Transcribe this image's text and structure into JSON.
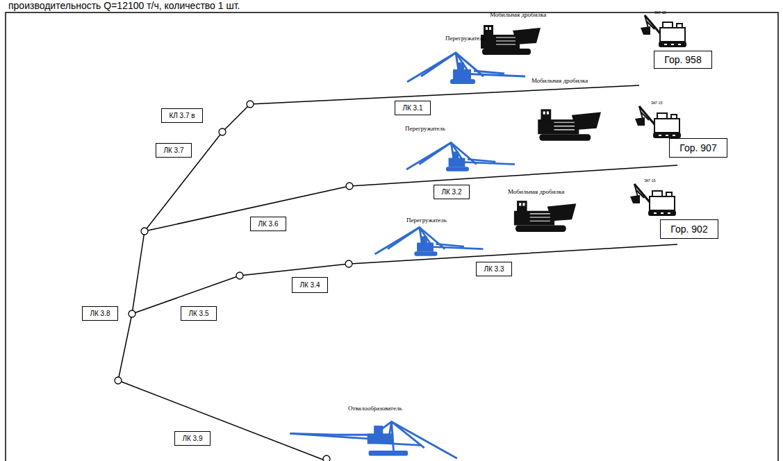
{
  "diagram": {
    "nodes": [
      {
        "text": [
          "Гор. 958"
        ]
      },
      {
        "text": [
          "КЛ 3.7 в"
        ]
      },
      {
        "text": [
          "ЛК 3.1"
        ]
      },
      {
        "text": [
          "ЛК 3.7"
        ]
      },
      {
        "text": [
          "Гор. 907"
        ]
      },
      {
        "text": [
          "ЛК 3.2"
        ]
      },
      {
        "text": [
          "ЛК 3.6"
        ]
      },
      {
        "text": [
          "Гор. 902"
        ]
      },
      {
        "text": [
          "ЛК 3.4"
        ]
      },
      {
        "text": [
          "ЛК 3.3"
        ]
      },
      {
        "text": [
          "ЛК 3.8"
        ]
      },
      {
        "text": [
          "ЛК 3.5"
        ]
      },
      {
        "text": [
          "ЛК 3.9"
        ]
      }
    ],
    "labels": [
      "производительность Q=12100 т/ч, количество 1 шт.",
      "Мобильная дробилка",
      "ЭКГ-15",
      "Перегружатель",
      "Мобильная дробилка",
      "ЭКГ-15",
      "Перегружатель",
      "Мобильная дробилка",
      "ЭКГ-15",
      "Перегружатель",
      "Отвалообразователь"
    ]
  }
}
